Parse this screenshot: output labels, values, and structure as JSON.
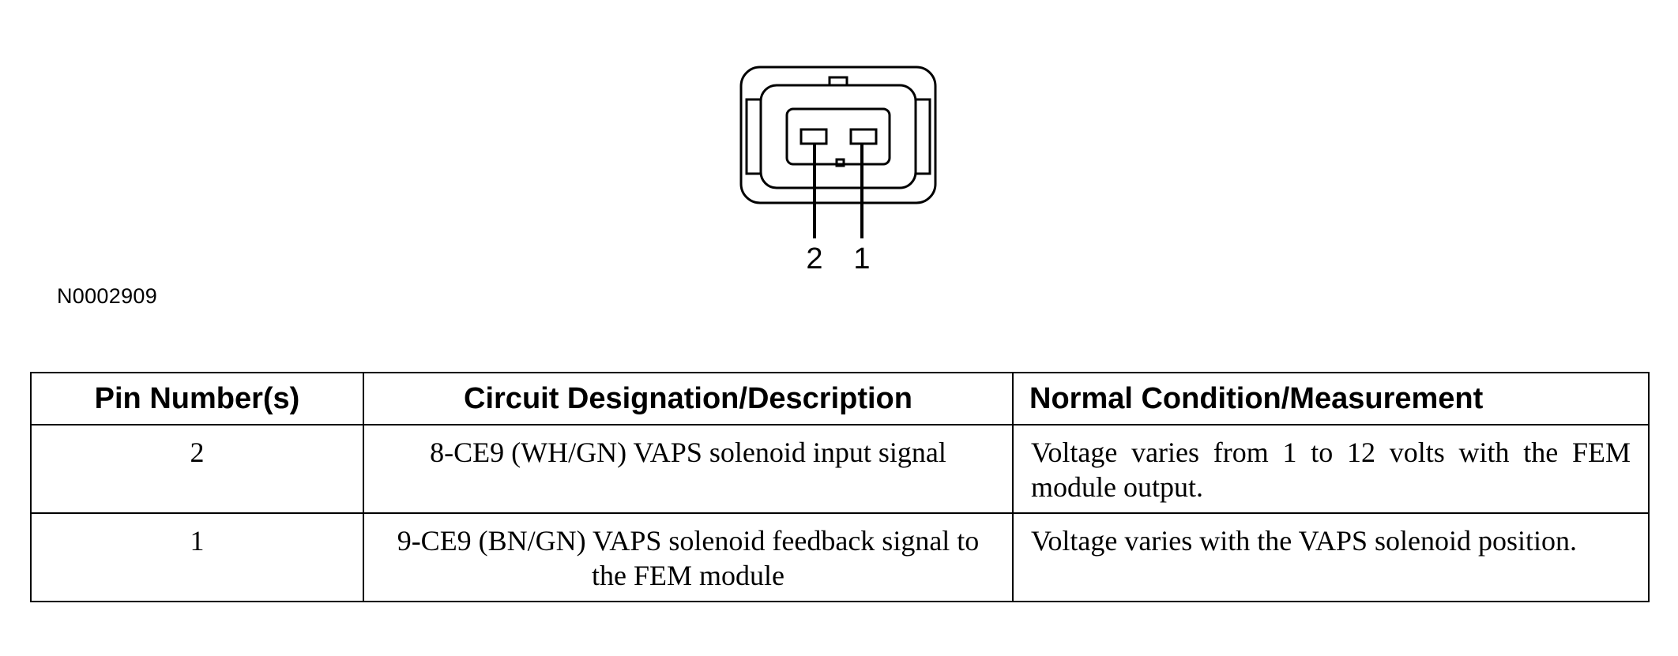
{
  "figure": {
    "pin_labels": [
      "2",
      "1"
    ],
    "figure_id": "N0002909"
  },
  "table": {
    "headers": [
      "Pin Number(s)",
      "Circuit Designation/Description",
      "Normal Condition/Measurement"
    ],
    "rows": [
      {
        "pin": "2",
        "circuit": "8-CE9 (WH/GN) VAPS solenoid input signal",
        "condition": "Voltage varies from 1 to 12 volts with the FEM module output."
      },
      {
        "pin": "1",
        "circuit": "9-CE9 (BN/GN) VAPS solenoid feedback signal to the FEM module",
        "condition": "Voltage varies with the VAPS solenoid position."
      }
    ]
  }
}
